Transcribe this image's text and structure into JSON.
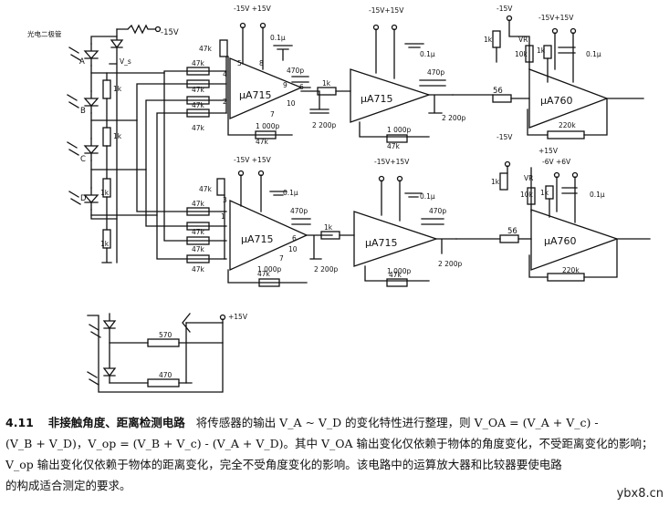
{
  "diagram": {
    "photodiode_label": "光电二极管",
    "sensor_labels": [
      "A",
      "B",
      "C",
      "D"
    ],
    "supply_neg15": "-15V",
    "supply_pos15": "+15V",
    "supply_pos15_2": "+15V",
    "supply_neg15_pair": "-15V +15V",
    "supply_neg6_pos6": "-6V +6V",
    "supply_neg15_pos15": "-15V+15V",
    "amp1": "μA715",
    "amp2": "μA760",
    "r47k": "47k",
    "r1k": "1k",
    "r10k": "10k",
    "r220k": "220k",
    "r56": "56",
    "r570": "570",
    "r470": "470",
    "c01": "0.1μ",
    "c470p": "470p",
    "c2200p": "2 200p",
    "c1000p": "1 000p",
    "vr": "VR",
    "vs": "V_s",
    "pin_nums": [
      "5",
      "8",
      "9",
      "6",
      "2",
      "4",
      "10",
      "7",
      "3",
      "1"
    ]
  },
  "caption": {
    "number": "4.11",
    "title": "非接触角度、距离检测电路",
    "line1": "将传感器的输出 V_A ~ V_D 的变化特性进行整理，则 V_OA = (V_A + V_c) -",
    "line2": "(V_B + V_D)，V_op = (V_B + V_c) - (V_A + V_D)。其中 V_OA 输出变化仅依赖于物体的角度变化，不受距离变化的影响；",
    "line3": "V_op 输出变化仅依赖于物体的距离变化，完全不受角度变化的影响。该电路中的运算放大器和比较器要使电路",
    "line4": "的构成适合测定的要求。"
  },
  "watermark": "ybx8.cn"
}
